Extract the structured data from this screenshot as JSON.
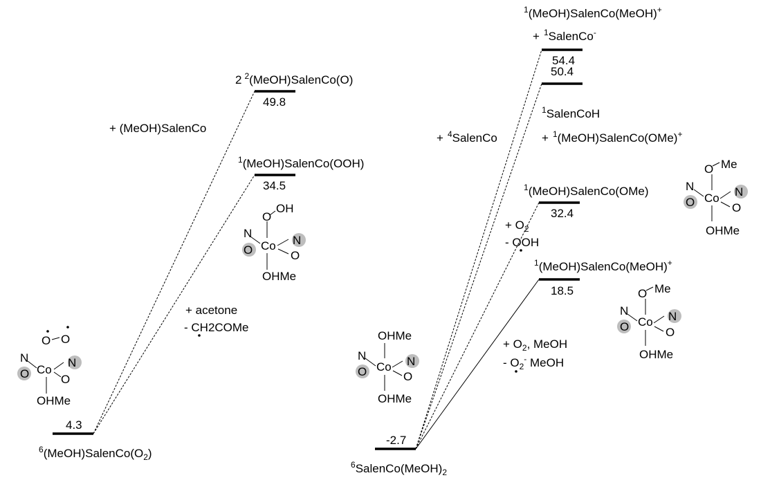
{
  "levels": {
    "l1": {
      "label": "(MeOH)SalenCo(O",
      "label_pre": "6",
      "label_sub": "2",
      "label_post": ")",
      "value": "4.3"
    },
    "l2": {
      "label": "2",
      "label_pre": "2",
      "label_main": "(MeOH)SalenCo(O)",
      "value": "49.8"
    },
    "l3": {
      "label_pre": "1",
      "label_main": "(MeOH)SalenCo(OOH)",
      "value": "34.5"
    },
    "l4": {
      "label_pre": "6",
      "label_main": "SalenCo(MeOH)",
      "label_sub": "2",
      "value": "-2.7"
    },
    "l5": {
      "line1_pre": "1",
      "line1_main": "(MeOH)SalenCo(MeOH)",
      "line1_sup": "+",
      "line2_plus": "+",
      "line2_pre": "1",
      "line2_main": "SalenCo",
      "line2_sup": "-",
      "value": "54.4"
    },
    "l6": {
      "value": "50.4",
      "line1_pre": "1",
      "line1_main": "SalenCoH",
      "line2_plus": "+",
      "line2_pre": "1",
      "line2_main": "(MeOH)SalenCo(OMe)",
      "line2_sup": "+"
    },
    "l7": {
      "label_pre": "1",
      "label_main": "(MeOH)SalenCo(OMe)",
      "value": "32.4"
    },
    "l8": {
      "label_pre": "1",
      "label_main": "(MeOH)SalenCo(MeOH)",
      "label_sup": "+",
      "value": "18.5"
    }
  },
  "reagents": {
    "r1": "+ (MeOH)SalenCo",
    "r2a": "+ acetone",
    "r2b": "- CH2COMe",
    "r3_plus": "+",
    "r3_pre": "4",
    "r3_main": "SalenCo",
    "r4a_main": "+ O",
    "r4a_sub": "2",
    "r4b": "- OOH",
    "r5a_main": "+ O",
    "r5a_sub": "2",
    "r5a_post": ", MeOH",
    "r5b_main": "- O",
    "r5b_sub": "2",
    "r5b_sup": "-",
    "r5b_post": " MeOH"
  },
  "atoms": {
    "O": "O",
    "N": "N",
    "Co": "Co",
    "OH": "OH",
    "OHMe": "OHMe",
    "Me": "Me"
  }
}
